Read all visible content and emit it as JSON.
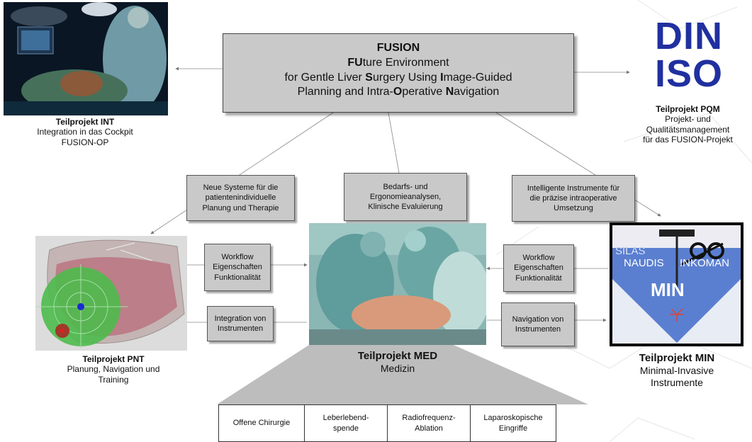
{
  "fusion": {
    "acronym": "FUSION",
    "line2": [
      {
        "t": "FU",
        "b": true
      },
      {
        "t": "ture Environment",
        "b": false
      }
    ],
    "line3": [
      {
        "t": "for Gentle Liver ",
        "b": false
      },
      {
        "t": "S",
        "b": true
      },
      {
        "t": "urgery Using ",
        "b": false
      },
      {
        "t": "I",
        "b": true
      },
      {
        "t": "mage-Guided",
        "b": false
      }
    ],
    "line4": [
      {
        "t": "Planning and Intra-",
        "b": false
      },
      {
        "t": "O",
        "b": true
      },
      {
        "t": "perative ",
        "b": false
      },
      {
        "t": "N",
        "b": true
      },
      {
        "t": "avigation",
        "b": false
      }
    ]
  },
  "int": {
    "title": "Teilprojekt  INT",
    "sub1": "Integration in das Cockpit",
    "sub2": "FUSION-OP"
  },
  "pqm": {
    "logo1": "DIN",
    "logo2": "ISO",
    "title": "Teilprojekt  PQM",
    "sub1": "Projekt- und",
    "sub2": "Qualitätsmanagement",
    "sub3": "für das FUSION-Projekt"
  },
  "mid_boxes": [
    {
      "lines": [
        "Neue Systeme für die",
        "patientenindividuelle",
        "Planung und Therapie"
      ]
    },
    {
      "lines": [
        "Bedarfs- und",
        "Ergonomieanalysen,",
        "Klinische Evaluierung"
      ]
    },
    {
      "lines": [
        "Intelligente Instrumente für",
        "die präzise intraoperative",
        "Umsetzung"
      ]
    }
  ],
  "pnt": {
    "title": "Teilprojekt PNT",
    "sub1": "Planung, Navigation und",
    "sub2": "Training"
  },
  "med": {
    "title": "Teilprojekt MED",
    "sub1": "Medizin"
  },
  "min": {
    "title": "Teilprojekt MIN",
    "sub1": "Minimal-Invasive",
    "sub2": "Instrumente",
    "logo_words": [
      "SILAS",
      "NAUDIS",
      "INKOMAN",
      "MIN"
    ]
  },
  "side_boxes": {
    "left_workflow": [
      "Workflow",
      "Eigenschaften",
      "Funktionalität"
    ],
    "left_integration": [
      "Integration von",
      "Instrumenten"
    ],
    "right_workflow": [
      "Workflow",
      "Eigenschaften",
      "Funktionalität"
    ],
    "right_navigation": [
      "Navigation von",
      "Instrumenten"
    ]
  },
  "bottom_cells": [
    [
      "Offene Chirurgie"
    ],
    [
      "Leberlebend-",
      "spende"
    ],
    [
      "Radiofrequenz-",
      "Ablation"
    ],
    [
      "Laparoskopische",
      "Eingriffe"
    ]
  ],
  "colors": {
    "box": "#c9c9c9",
    "logo_blue": "#2030a0",
    "connector": "#888888",
    "fan": "#bdbdbd"
  }
}
